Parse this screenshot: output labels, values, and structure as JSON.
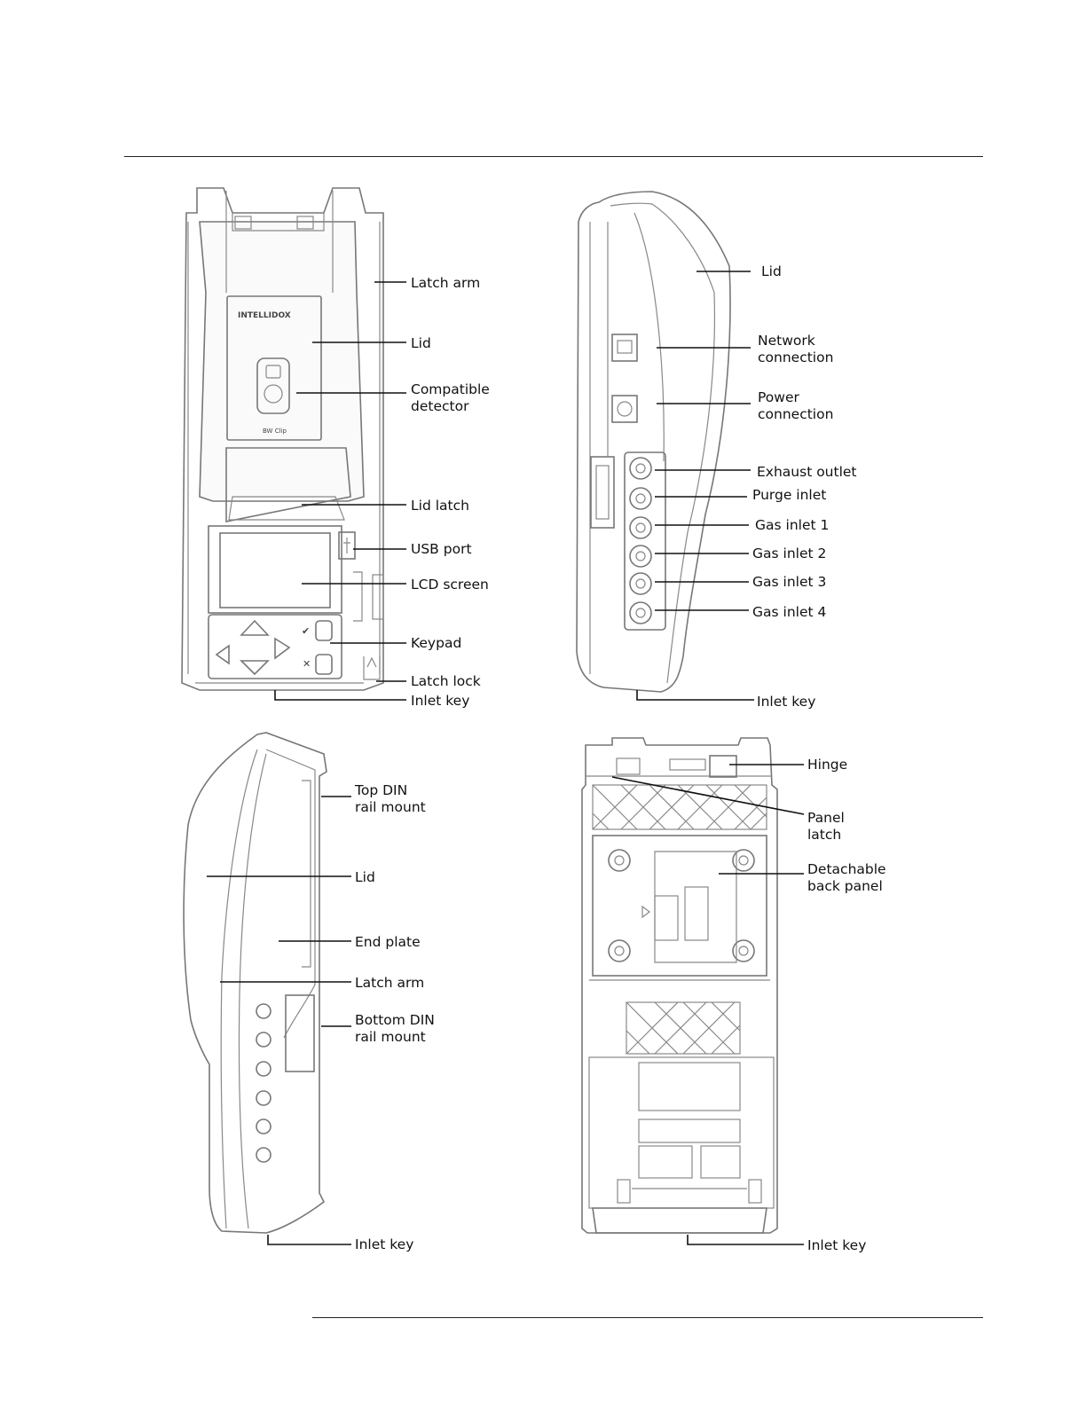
{
  "front_view": {
    "logo_text": "INTELLIDOX",
    "detector_text": "BW Clip",
    "labels": {
      "latch_arm": "Latch arm",
      "lid": "Lid",
      "compatible_detector_1": "Compatible",
      "compatible_detector_2": "detector",
      "lid_latch": "Lid latch",
      "usb_port": "USB port",
      "lcd_screen": "LCD screen",
      "keypad": "Keypad",
      "latch_lock": "Latch lock",
      "inlet_key": "Inlet key"
    }
  },
  "side_view_right": {
    "labels": {
      "lid": "Lid",
      "network_connection_1": "Network",
      "network_connection_2": "connection",
      "power_connection_1": "Power",
      "power_connection_2": "connection",
      "exhaust_outlet": "Exhaust outlet",
      "purge_inlet": "Purge inlet",
      "gas_inlet_1": "Gas inlet 1",
      "gas_inlet_2": "Gas inlet 2",
      "gas_inlet_3": "Gas inlet 3",
      "gas_inlet_4": "Gas inlet 4",
      "inlet_key": "Inlet key"
    }
  },
  "side_view_left": {
    "labels": {
      "top_din_1": "Top DIN",
      "top_din_2": "rail mount",
      "lid": "Lid",
      "end_plate": "End plate",
      "latch_arm": "Latch arm",
      "bottom_din_1": "Bottom DIN",
      "bottom_din_2": "rail mount",
      "inlet_key": "Inlet key"
    }
  },
  "back_view": {
    "labels": {
      "hinge": "Hinge",
      "panel_latch_1": "Panel",
      "panel_latch_2": "latch",
      "detachable_back_panel_1": "Detachable",
      "detachable_back_panel_2": "back panel",
      "inlet_key": "Inlet key"
    }
  }
}
